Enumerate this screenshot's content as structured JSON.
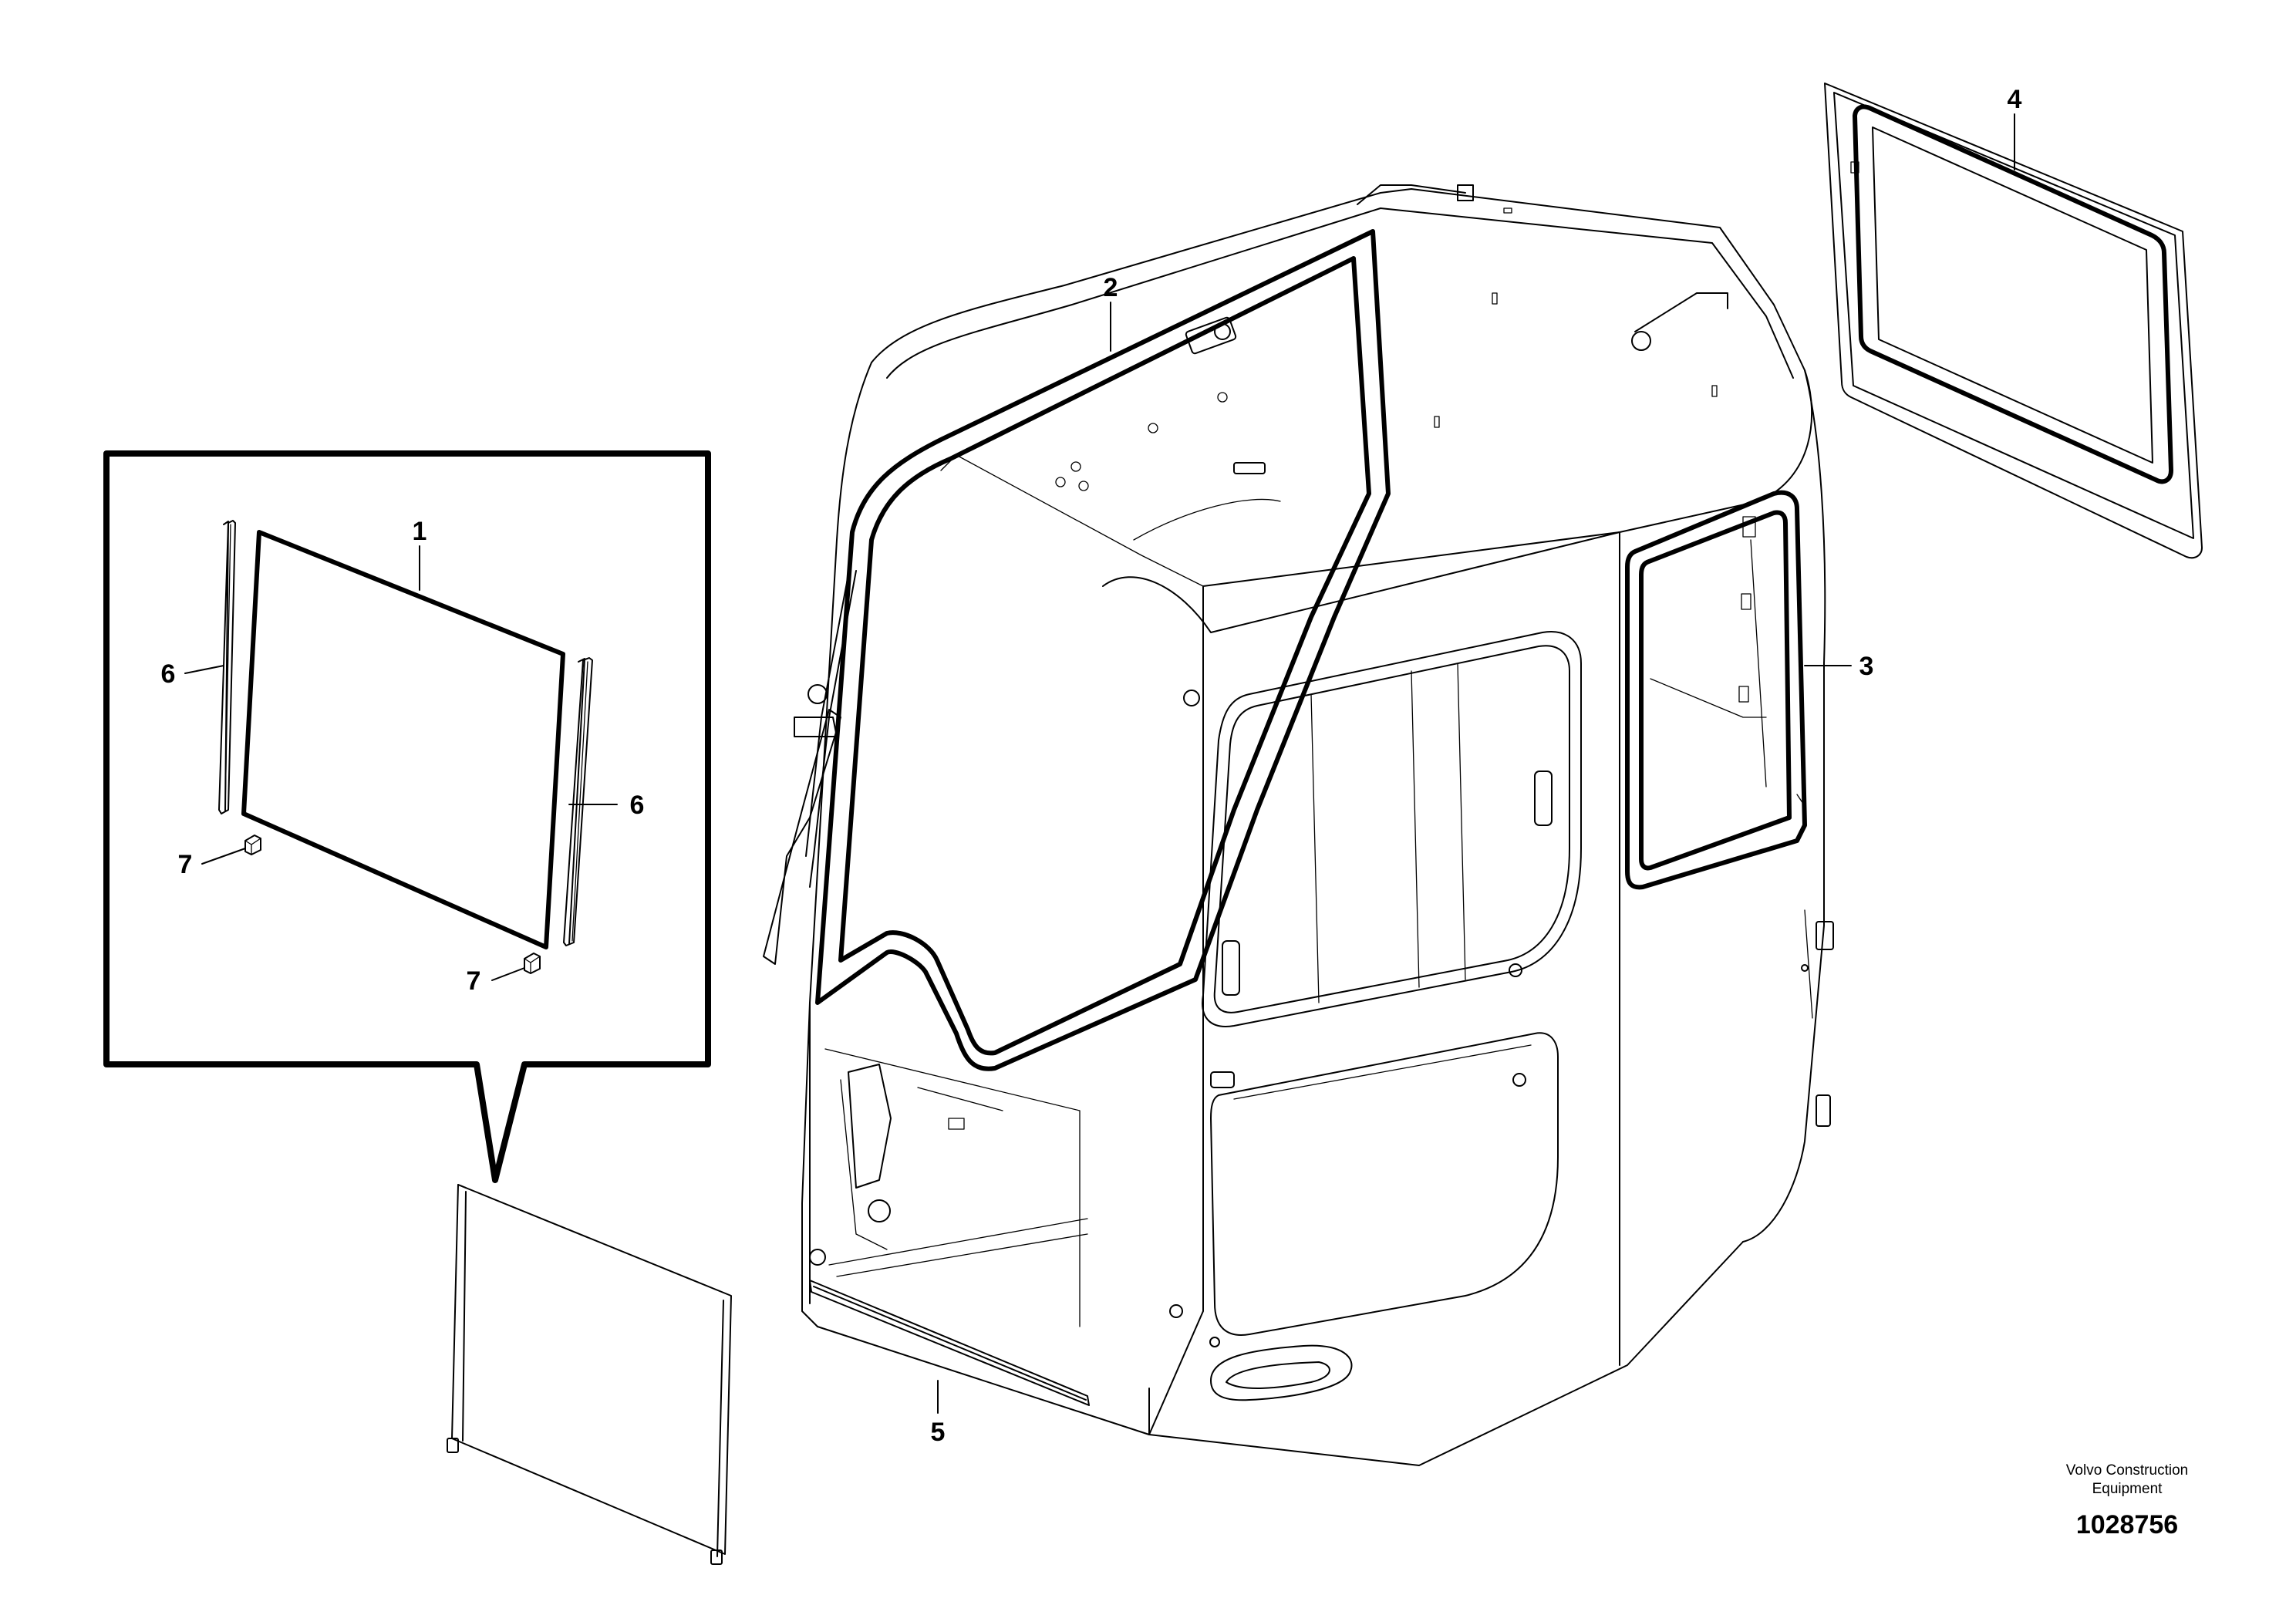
{
  "callouts": [
    {
      "id": "1",
      "label": "1"
    },
    {
      "id": "2",
      "label": "2"
    },
    {
      "id": "3",
      "label": "3"
    },
    {
      "id": "4",
      "label": "4"
    },
    {
      "id": "5",
      "label": "5"
    },
    {
      "id": "6a",
      "label": "6"
    },
    {
      "id": "6b",
      "label": "6"
    },
    {
      "id": "7a",
      "label": "7"
    },
    {
      "id": "7b",
      "label": "7"
    }
  ],
  "footer": {
    "brand_line1": "Volvo Construction",
    "brand_line2": "Equipment",
    "document_number": "1028756"
  }
}
